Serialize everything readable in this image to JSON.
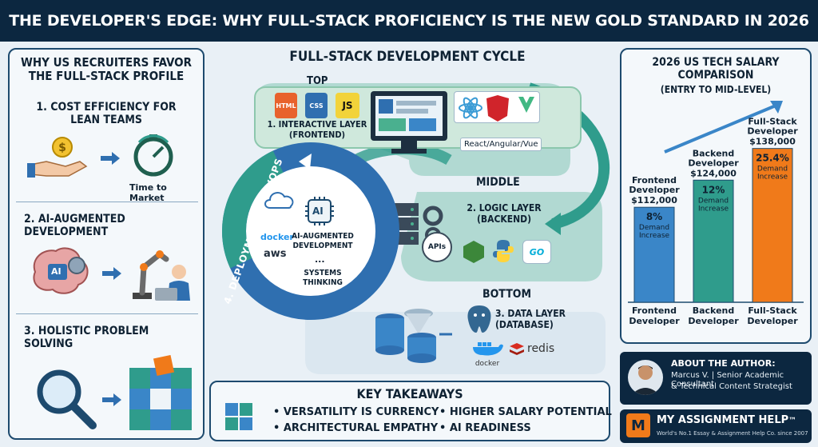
{
  "title": "THE DEVELOPER'S EDGE: WHY FULL-STACK PROFICIENCY IS THE NEW GOLD STANDARD IN 2026",
  "left_panel": {
    "heading": "WHY US RECRUITERS FAVOR THE FULL-STACK PROFILE",
    "items": [
      {
        "label": "1. COST EFFICIENCY FOR LEAN TEAMS",
        "caption": "Time to Market"
      },
      {
        "label": "2. AI-AUGMENTED DEVELOPMENT",
        "ai_badge": "AI"
      },
      {
        "label": "3. HOLISTIC PROBLEM SOLVING"
      }
    ]
  },
  "cycle": {
    "heading": "FULL-STACK DEVELOPMENT CYCLE",
    "top_tag": "TOP",
    "middle_tag": "MIDDLE",
    "bottom_tag": "BOTTOM",
    "frontend": {
      "label": "1. INTERACTIVE LAYER (FRONTEND)",
      "techs": [
        "HTML",
        "CSS",
        "JS"
      ],
      "frameworks": "React/Angular/Vue"
    },
    "backend": {
      "label": "2. LOGIC LAYER (BACKEND)",
      "api": "APIs",
      "go": "GO"
    },
    "database": {
      "label": "3. DATA LAYER (DATABASE)",
      "docker": "docker",
      "redis": "redis"
    },
    "devops": {
      "label": "4. DEPLOYMENT & DEVOPS",
      "docker": "docker",
      "aws": "aws"
    },
    "center": {
      "ai_badge": "AI",
      "line1": "AI-AUGMENTED DEVELOPMENT",
      "dots": "...",
      "line2": "SYSTEMS THINKING"
    }
  },
  "takeaways": {
    "heading": "KEY TAKEAWAYS",
    "items": [
      "VERSATILITY IS CURRENCY",
      "HIGHER SALARY POTENTIAL",
      "ARCHITECTURAL EMPATHY",
      "AI READINESS"
    ]
  },
  "salary": {
    "heading": "2026 US TECH SALARY COMPARISON",
    "subheading": "(ENTRY TO MID-LEVEL)"
  },
  "chart_data": {
    "type": "bar",
    "title": "2026 US TECH SALARY COMPARISON",
    "subtitle": "(ENTRY TO MID-LEVEL)",
    "categories": [
      "Frontend Developer",
      "Backend Developer",
      "Full-Stack Developer"
    ],
    "values": [
      112000,
      124000,
      138000
    ],
    "value_labels": [
      "$112,000",
      "$124,000",
      "$138,000"
    ],
    "demand_increase": [
      "8%",
      "12%",
      "25.4%"
    ],
    "demand_text": "Demand Increase",
    "colors": [
      "#3a86c8",
      "#2f9c8c",
      "#f07a1a"
    ],
    "ylim": [
      0,
      140000
    ]
  },
  "author": {
    "heading": "ABOUT THE AUTHOR:",
    "line1": "Marcus V. | Senior Academic Consultant",
    "line2": "& Technical Content Strategist"
  },
  "brand": {
    "name": "MY ASSIGNMENT HELP",
    "tm": "™",
    "tagline": "World's No.1 Essay & Assignment Help Co. since 2007",
    "logo_letter": "M"
  }
}
